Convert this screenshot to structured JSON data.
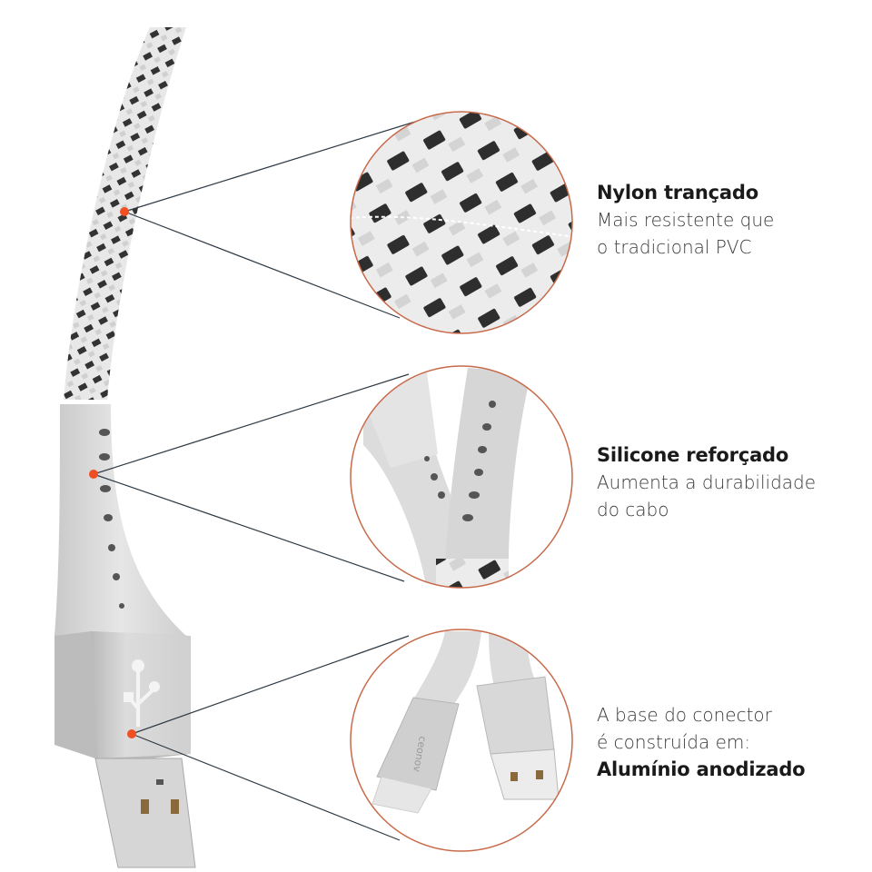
{
  "features": [
    {
      "title": "Nylon trançado",
      "description_lines": [
        "Mais resistente que",
        "o tradicional PVC"
      ]
    },
    {
      "title": "Silicone reforçado",
      "description_lines": [
        "Aumenta a durabilidade",
        "do cabo"
      ]
    },
    {
      "description_lines": [
        "A base do conector",
        "é construída em:"
      ],
      "title": "Alumínio anodizado"
    }
  ],
  "product_brand_text": "ceonov",
  "colors": {
    "accent_dot": "#f04e23",
    "circle_border": "#c8694a",
    "leader_line": "#2f3a44",
    "braid_dark": "#3a3a3a",
    "braid_light": "#e6e6e6",
    "silicone": "#d9d9d9",
    "aluminum": "#c8c8c8"
  }
}
